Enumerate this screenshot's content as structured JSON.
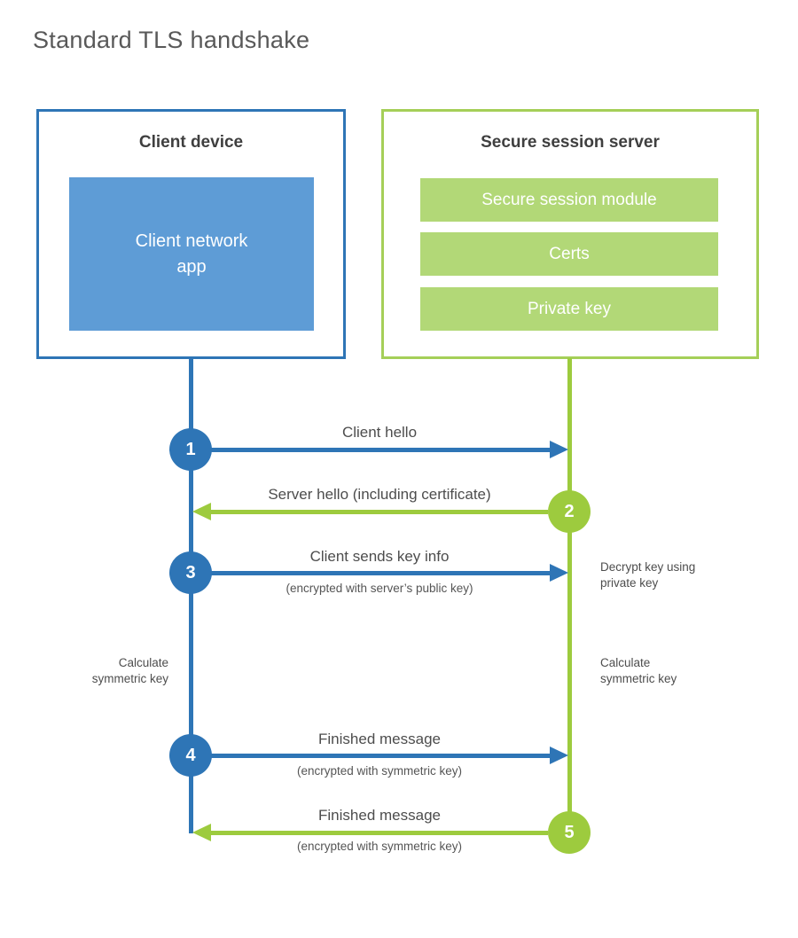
{
  "title": "Standard TLS handshake",
  "colors": {
    "blue": "#2E75B6",
    "blue_fill": "#5E9CD6",
    "green": "#9DCB3E",
    "green_border": "#A5CF58",
    "green_fill": "#B2D877",
    "heading_text": "#3F3F3F",
    "label_text": "#4D4D4D",
    "title_text": "#595959"
  },
  "client": {
    "header": "Client device",
    "app_label": "Client network\napp"
  },
  "server": {
    "header": "Secure session server",
    "modules": [
      "Secure session module",
      "Certs",
      "Private key"
    ]
  },
  "steps": [
    {
      "num": "1",
      "from": "client",
      "label": "Client hello",
      "sublabel": ""
    },
    {
      "num": "2",
      "from": "server",
      "label": "Server hello (including certificate)",
      "sublabel": ""
    },
    {
      "num": "3",
      "from": "client",
      "label": "Client sends key info",
      "sublabel": "(encrypted with server’s public key)"
    },
    {
      "num": "4",
      "from": "client",
      "label": "Finished message",
      "sublabel": "(encrypted with symmetric key)"
    },
    {
      "num": "5",
      "from": "server",
      "label": "Finished message",
      "sublabel": "(encrypted with symmetric key)"
    }
  ],
  "notes": {
    "decrypt": "Decrypt key using\nprivate key",
    "calc_client": "Calculate\nsymmetric key",
    "calc_server": "Calculate\nsymmetric key"
  }
}
